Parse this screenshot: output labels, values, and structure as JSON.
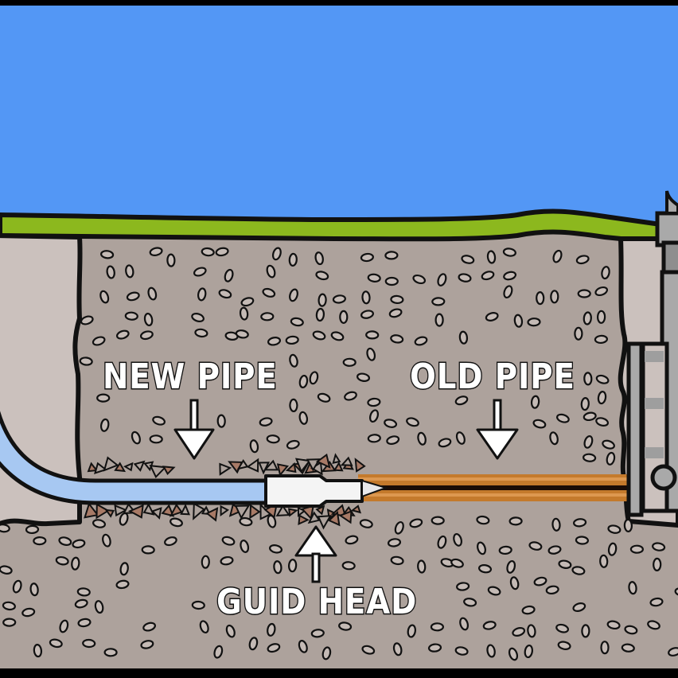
{
  "diagram": {
    "title": "Trenchless pipe bursting cross-section",
    "labels": {
      "new_pipe": "NEW PIPE",
      "old_pipe": "OLD PIPE",
      "guide_head": "GUID HEAD"
    },
    "colors": {
      "sky": "#5397f5",
      "grass": "#8cb81e",
      "soil": "#ada29c",
      "pit_wall": "#cbc1bd",
      "new_pipe": "#a7c8f2",
      "old_pipe": "#c47a2c",
      "old_pipe_highlight": "#e3a05a",
      "guide_head": "#f4f4f4",
      "machine": "#a9a9a9",
      "outline": "#111111",
      "debris": "#a87a66"
    }
  }
}
